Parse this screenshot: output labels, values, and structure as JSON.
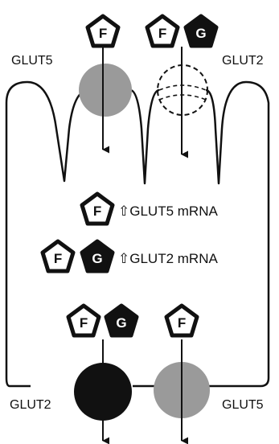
{
  "labels": {
    "apical_left": "GLUT5",
    "apical_right": "GLUT2",
    "basal_left": "GLUT2",
    "basal_right": "GLUT5"
  },
  "sugars": {
    "fructose": "F",
    "glucose": "G"
  },
  "mrna": {
    "glut5": "⇧GLUT5 mRNA",
    "glut2": "⇧GLUT2 mRNA"
  },
  "colors": {
    "outline": "#111111",
    "glut5_transporter": "#9a9a9a",
    "glut2_basal_transporter": "#111111",
    "fructose_fill": "#ffffff",
    "glucose_fill": "#111111"
  },
  "icons": {
    "fructose": "white-pentagon-icon",
    "glucose": "black-pentagon-icon",
    "up_arrow": "outlined-up-arrow-icon",
    "transport_arrow": "down-arrow-icon"
  }
}
